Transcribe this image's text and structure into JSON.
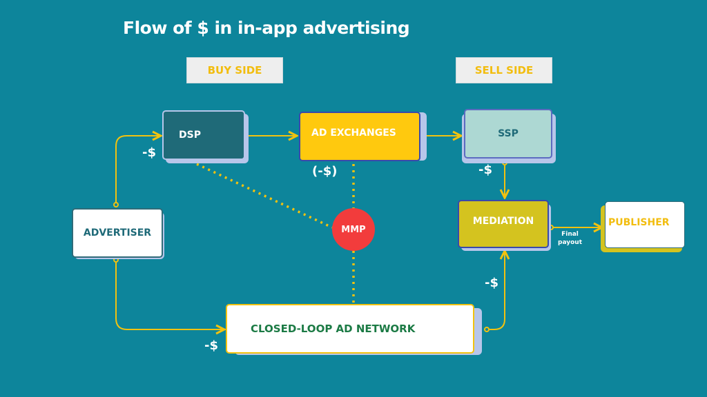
{
  "title": "Flow of $ in in-app advertising",
  "sides": {
    "buy": "BUY SIDE",
    "sell": "SELL SIDE"
  },
  "nodes": {
    "dsp": "DSP",
    "ad_exchanges": "AD EXCHANGES",
    "ssp": "SSP",
    "advertiser": "ADVERTISER",
    "mmp": "MMP",
    "mediation": "MEDIATION",
    "publisher": "PUBLISHER",
    "closed_loop": "CLOSED-LOOP AD NETWORK"
  },
  "money_labels": {
    "advertiser_to_dsp": "-$",
    "ad_exchanges": "(-$)",
    "ssp_to_mediation": "-$",
    "network_to_mediation": "-$",
    "advertiser_to_network": "-$"
  },
  "final_payout": [
    "Final",
    "payout"
  ],
  "colors": {
    "background": "#0d859b",
    "connector": "#f2c20f",
    "dsp": "#1f6a78",
    "ad_exchanges": "#ffc90e",
    "ssp": "#add8d3",
    "mediation": "#d4c31f",
    "mmp": "#f23c3c"
  }
}
